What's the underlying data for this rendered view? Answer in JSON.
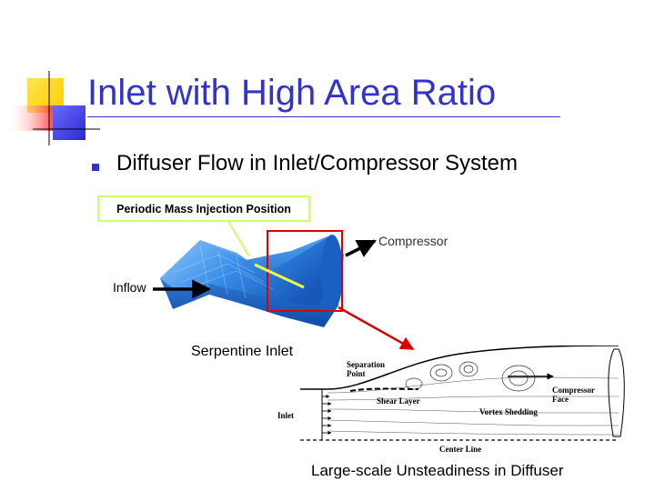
{
  "slide": {
    "title": "Inlet with High Area Ratio",
    "bullet": "Diffuser Flow in Inlet/Compressor System"
  },
  "diagram": {
    "callout_label": "Periodic Mass Injection Position",
    "compressor_label": "Compressor",
    "inflow_label": "Inflow",
    "serpentine_label": "Serpentine Inlet",
    "caption": "Large-scale Unsteadiness in Diffuser"
  },
  "flow_figure": {
    "separation_point": [
      "Separation",
      "Point"
    ],
    "shear_layer": "Shear Layer",
    "vortex_shedding": "Vortex Shedding",
    "compressor_face": [
      "Compressor",
      "Face"
    ],
    "inlet": "Inlet",
    "center_line": "Center Line"
  },
  "colors": {
    "title": "#3333cc",
    "callout_border": "#ccff66",
    "highlight_box": "#dd0000",
    "surface": "#2f86e8"
  }
}
